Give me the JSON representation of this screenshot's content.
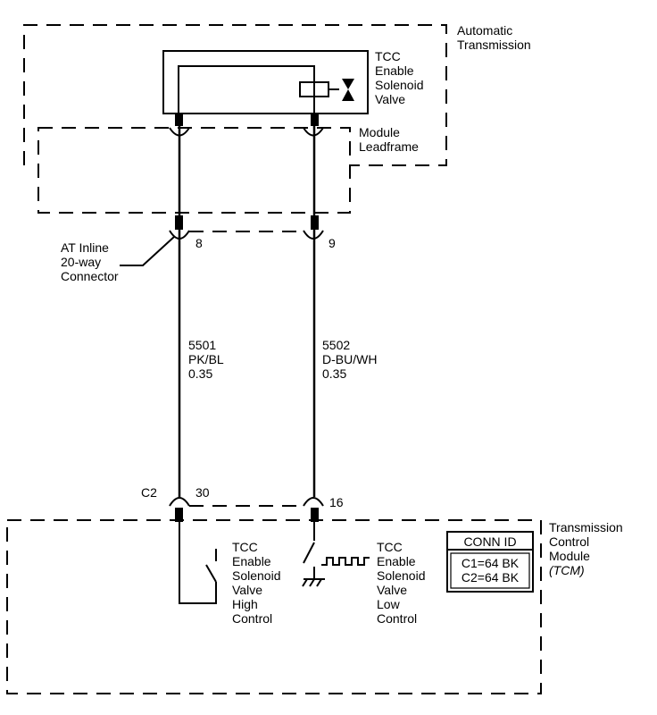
{
  "labels": {
    "automatic_transmission": [
      "Automatic",
      "Transmission"
    ],
    "tcc_solenoid": [
      "TCC",
      "Enable",
      "Solenoid",
      "Valve"
    ],
    "module_leadframe": [
      "Module",
      "Leadframe"
    ],
    "inline_connector": [
      "AT Inline",
      "20-way",
      "Connector"
    ],
    "pin_8": "8",
    "pin_9": "9",
    "c2": "C2",
    "pin_30": "30",
    "pin_16": "16",
    "high_control": [
      "TCC",
      "Enable",
      "Solenoid",
      "Valve",
      "High",
      "Control"
    ],
    "low_control": [
      "TCC",
      "Enable",
      "Solenoid",
      "Valve",
      "Low",
      "Control"
    ],
    "tcm": [
      "Transmission",
      "Control",
      "Module",
      "(TCM)"
    ]
  },
  "wires": [
    {
      "circuit": "5501",
      "color": "PK/BL",
      "gauge": "0.35"
    },
    {
      "circuit": "5502",
      "color": "D-BU/WH",
      "gauge": "0.35"
    }
  ],
  "conn_id": {
    "title": "CONN ID",
    "rows": [
      "C1=64 BK",
      "C2=64 BK"
    ]
  }
}
